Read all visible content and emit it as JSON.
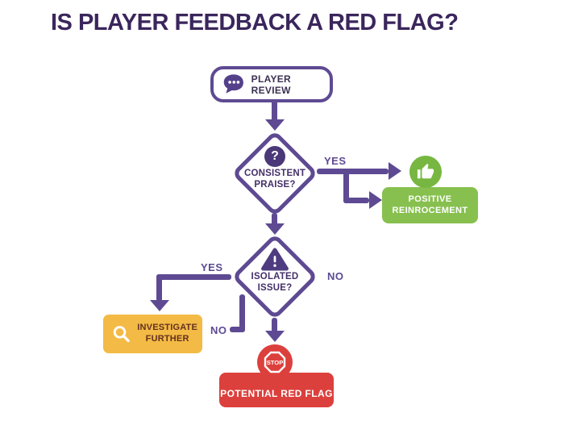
{
  "title": "IS PLAYER FEEDBACK A RED FLAG?",
  "nodes": {
    "player_review": {
      "label": "PLAYER REVIEW",
      "icon": "speech-bubble"
    },
    "consistent_praise": {
      "line1": "CONSISTENT",
      "line2": "PRAISE?",
      "icon": "question-mark",
      "icon_glyph": "?"
    },
    "positive_reinforcement": {
      "line1": "POSITIVE",
      "line2": "REINROCEMENT",
      "icon": "thumbs-up"
    },
    "isolated_issue": {
      "line1": "ISOLATED",
      "line2": "ISSUE?",
      "icon": "warning-triangle"
    },
    "investigate_further": {
      "line1": "INVESTIGATE",
      "line2": "FURTHER",
      "icon": "magnifier"
    },
    "potential_red_flag": {
      "label": "POTENTIAL RED FLAG",
      "icon": "stop-sign",
      "stop_text": "STOP"
    }
  },
  "edge_labels": {
    "praise_yes": "YES",
    "issue_yes": "YES",
    "issue_no_right": "NO",
    "issue_no_left": "NO"
  },
  "colors": {
    "purple": "#5e4a92",
    "title_purple": "#3a265c",
    "icon_purple": "#4a3878",
    "green_box": "#87c04f",
    "green_circle": "#77b741",
    "yellow_box": "#f3ba45",
    "yellow_text": "#63301f",
    "red": "#dc403c",
    "background": "#ffffff"
  }
}
